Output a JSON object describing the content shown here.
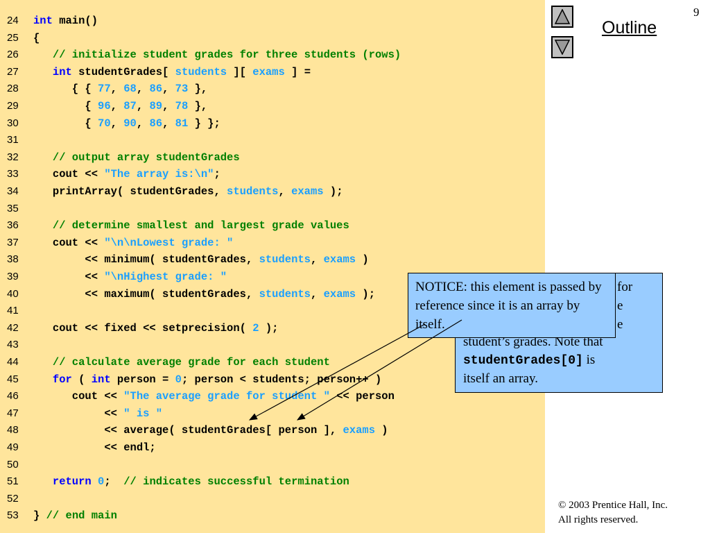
{
  "slide": {
    "page_number": "9",
    "outline_title": "Outline",
    "copyright_line1": "© 2003 Prentice Hall, Inc.",
    "copyright_line2": "All rights reserved.",
    "nav_up_icon": "triangle-up-icon",
    "nav_down_icon": "triangle-down-icon"
  },
  "code": {
    "lines": [
      {
        "n": "24",
        "segs": [
          [
            "kw",
            "int"
          ],
          [
            "",
            " main()"
          ]
        ]
      },
      {
        "n": "25",
        "segs": [
          [
            "",
            "{"
          ]
        ]
      },
      {
        "n": "26",
        "segs": [
          [
            "",
            "   "
          ],
          [
            "cm",
            "// initialize student grades for three students (rows)"
          ]
        ]
      },
      {
        "n": "27",
        "segs": [
          [
            "",
            "   "
          ],
          [
            "kw",
            "int"
          ],
          [
            "",
            " studentGrades[ "
          ],
          [
            "lit",
            "students"
          ],
          [
            "",
            " ][ "
          ],
          [
            "lit",
            "exams"
          ],
          [
            "",
            " ] ="
          ]
        ]
      },
      {
        "n": "28",
        "segs": [
          [
            "",
            "      { { "
          ],
          [
            "lit",
            "77"
          ],
          [
            "",
            ", "
          ],
          [
            "lit",
            "68"
          ],
          [
            "",
            ", "
          ],
          [
            "lit",
            "86"
          ],
          [
            "",
            ", "
          ],
          [
            "lit",
            "73"
          ],
          [
            "",
            " },"
          ]
        ]
      },
      {
        "n": "29",
        "segs": [
          [
            "",
            "        { "
          ],
          [
            "lit",
            "96"
          ],
          [
            "",
            ", "
          ],
          [
            "lit",
            "87"
          ],
          [
            "",
            ", "
          ],
          [
            "lit",
            "89"
          ],
          [
            "",
            ", "
          ],
          [
            "lit",
            "78"
          ],
          [
            "",
            " },"
          ]
        ]
      },
      {
        "n": "30",
        "segs": [
          [
            "",
            "        { "
          ],
          [
            "lit",
            "70"
          ],
          [
            "",
            ", "
          ],
          [
            "lit",
            "90"
          ],
          [
            "",
            ", "
          ],
          [
            "lit",
            "86"
          ],
          [
            "",
            ", "
          ],
          [
            "lit",
            "81"
          ],
          [
            "",
            " } };"
          ]
        ]
      },
      {
        "n": "31",
        "segs": []
      },
      {
        "n": "32",
        "segs": [
          [
            "",
            "   "
          ],
          [
            "cm",
            "// output array studentGrades"
          ]
        ]
      },
      {
        "n": "33",
        "segs": [
          [
            "",
            "   cout << "
          ],
          [
            "lit",
            "\"The array is:\\n\""
          ],
          [
            "",
            ";"
          ]
        ]
      },
      {
        "n": "34",
        "segs": [
          [
            "",
            "   printArray( studentGrades, "
          ],
          [
            "lit",
            "students"
          ],
          [
            "",
            ", "
          ],
          [
            "lit",
            "exams"
          ],
          [
            "",
            " );"
          ]
        ]
      },
      {
        "n": "35",
        "segs": []
      },
      {
        "n": "36",
        "segs": [
          [
            "",
            "   "
          ],
          [
            "cm",
            "// determine smallest and largest grade values"
          ]
        ]
      },
      {
        "n": "37",
        "segs": [
          [
            "",
            "   cout << "
          ],
          [
            "lit",
            "\"\\n\\nLowest grade: \""
          ]
        ]
      },
      {
        "n": "38",
        "segs": [
          [
            "",
            "        << minimum( studentGrades, "
          ],
          [
            "lit",
            "students"
          ],
          [
            "",
            ", "
          ],
          [
            "lit",
            "exams"
          ],
          [
            "",
            " )"
          ]
        ]
      },
      {
        "n": "39",
        "segs": [
          [
            "",
            "        << "
          ],
          [
            "lit",
            "\"\\nHighest grade: \""
          ]
        ]
      },
      {
        "n": "40",
        "segs": [
          [
            "",
            "        << maximum( studentGrades, "
          ],
          [
            "lit",
            "students"
          ],
          [
            "",
            ", "
          ],
          [
            "lit",
            "exams"
          ],
          [
            "",
            " );"
          ]
        ]
      },
      {
        "n": "41",
        "segs": []
      },
      {
        "n": "42",
        "segs": [
          [
            "",
            "   cout << fixed << setprecision( "
          ],
          [
            "lit",
            "2"
          ],
          [
            "",
            " );"
          ]
        ]
      },
      {
        "n": "43",
        "segs": []
      },
      {
        "n": "44",
        "segs": [
          [
            "",
            "   "
          ],
          [
            "cm",
            "// calculate average grade for each student"
          ]
        ]
      },
      {
        "n": "45",
        "segs": [
          [
            "",
            "   "
          ],
          [
            "kw",
            "for"
          ],
          [
            "",
            " ( "
          ],
          [
            "kw",
            "int"
          ],
          [
            "",
            " person = "
          ],
          [
            "lit",
            "0"
          ],
          [
            "",
            "; person < students; person++ )"
          ]
        ]
      },
      {
        "n": "46",
        "segs": [
          [
            "",
            "      cout << "
          ],
          [
            "lit",
            "\"The average grade for student \""
          ],
          [
            "",
            " << person"
          ]
        ]
      },
      {
        "n": "47",
        "segs": [
          [
            "",
            "           << "
          ],
          [
            "lit",
            "\" is \""
          ]
        ]
      },
      {
        "n": "48",
        "segs": [
          [
            "",
            "           << average( studentGrades[ person ], "
          ],
          [
            "lit",
            "exams"
          ],
          [
            "",
            " )"
          ]
        ]
      },
      {
        "n": "49",
        "segs": [
          [
            "",
            "           << endl;"
          ]
        ]
      },
      {
        "n": "50",
        "segs": []
      },
      {
        "n": "51",
        "segs": [
          [
            "",
            "   "
          ],
          [
            "kw",
            "return"
          ],
          [
            "",
            " "
          ],
          [
            "lit",
            "0"
          ],
          [
            "",
            ";  "
          ],
          [
            "cm",
            "// indicates successful termination"
          ]
        ]
      },
      {
        "n": "52",
        "segs": []
      },
      {
        "n": "53",
        "segs": [
          [
            "",
            "} "
          ],
          [
            "cm",
            "// end main"
          ]
        ]
      }
    ]
  },
  "notes": {
    "back_text_1": "student’s grades. Note that",
    "back_mono": "studentGrades[0]",
    "back_text_2": " is",
    "back_text_3": "itself an array.",
    "peek_1": "for",
    "peek_2": "e",
    "peek_3": "e",
    "front_text": "NOTICE: this element is passed by reference since it is an array by itself."
  },
  "colors": {
    "code_background": "#ffe59c",
    "note_background": "#99ccff",
    "keyword": "#0000ff",
    "comment": "#008000",
    "literal": "#1a9fff"
  }
}
